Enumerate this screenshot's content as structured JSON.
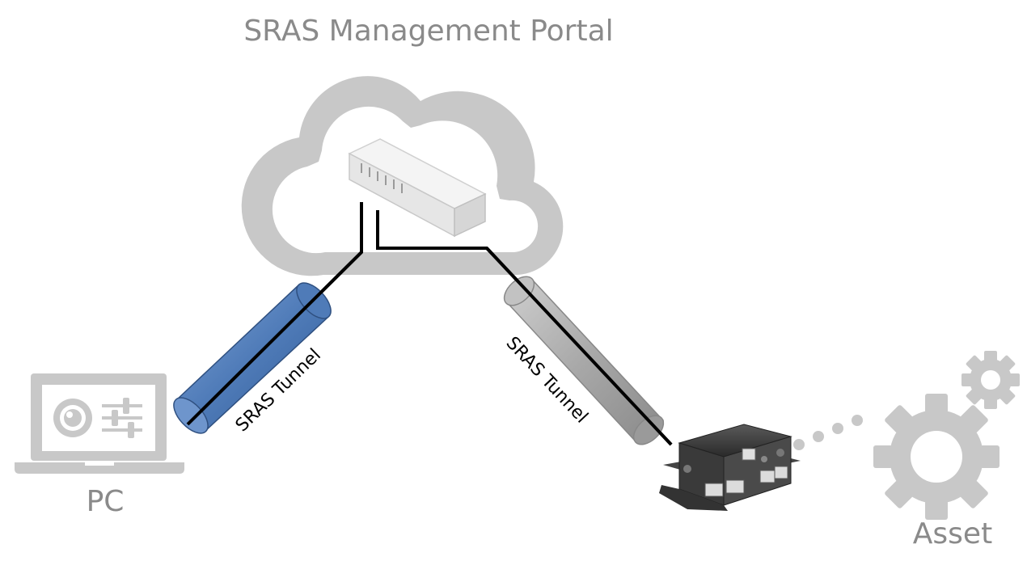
{
  "title": "SRAS Management Portal",
  "labels": {
    "left_tunnel": "SRAS Tunnel",
    "right_tunnel": "SRAS Tunnel",
    "pc": "PC",
    "asset": "Asset"
  },
  "icons": {
    "cloud": "cloud-icon",
    "switch": "network-switch-icon",
    "laptop": "laptop-icon",
    "router": "industrial-router-icon",
    "gears": "gears-icon"
  },
  "colors": {
    "cloud": "#c8c8c8",
    "label_text": "#8a8a8a",
    "tunnel_left": "#4f7bb8",
    "tunnel_right": "#a6a6a6",
    "line": "#000000"
  }
}
